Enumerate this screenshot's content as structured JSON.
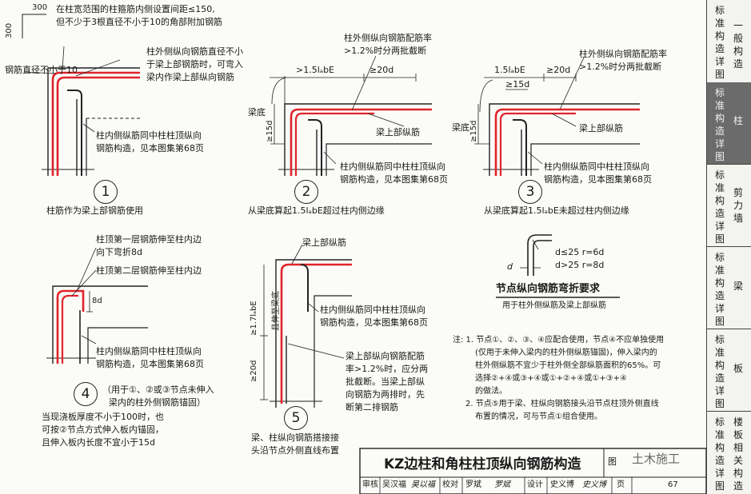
{
  "top_note": {
    "dim": "300",
    "line1": "在柱宽范围的柱箍筋内侧设置间距≤150,",
    "line2": "但不少于3根直径不小于10的角部附加钢筋"
  },
  "d1": {
    "bar_dia": "钢筋直径不小于10",
    "outer": [
      "柱外侧纵向钢筋直径不小",
      "于梁上部钢筋时，可弯入",
      "梁内作梁上部纵向钢筋"
    ],
    "inner": [
      "柱内侧纵筋同中柱柱顶纵向",
      "钢筋构造，见本图集第68页"
    ],
    "num": "1",
    "caption": "柱筋作为梁上部钢筋使用"
  },
  "d2": {
    "ratio": [
      "柱外侧纵向钢筋配筋率",
      ">1.2%时分两批截断"
    ],
    "dim_a": ">1.5lₐbE",
    "dim_b": "≥20d",
    "beam_bottom": "梁底",
    "dim_v": "≥15d",
    "beam_top": "梁上部纵筋",
    "inner": [
      "柱内侧纵筋同中柱柱顶纵向",
      "钢筋构造，见本图集第68页"
    ],
    "num": "2",
    "caption": "从梁底算起1.5lₐbE超过柱内侧边缘"
  },
  "d3": {
    "dim_a": "1.5lₐbE",
    "dim_b": "≥20d",
    "ratio": [
      "柱外侧纵向钢筋配筋率",
      ">1.2%时分两批截断"
    ],
    "dim_c": "≥15d",
    "beam_bottom": "梁底",
    "dim_v": "≥15d",
    "beam_top": "梁上部纵筋",
    "inner": [
      "柱内侧纵筋同中柱柱顶纵向",
      "钢筋构造，见本图集第68页"
    ],
    "num": "3",
    "caption": "从梁底算起1.5lₐbE未超过柱内侧边缘"
  },
  "d4": {
    "first": [
      "柱顶第一层钢筋伸至柱内边",
      "向下弯折8d"
    ],
    "second": "柱顶第二层钢筋伸至柱内边",
    "dim": "8d",
    "inner": [
      "柱内侧纵筋同中柱柱顶纵向",
      "钢筋构造，见本图集第68页"
    ],
    "num": "4",
    "use": [
      "（用于①、②或③节点未伸入",
      "梁内的柱外侧钢筋锚固）"
    ],
    "caption": [
      "当现浇板厚度不小于100时，也",
      "可按②节点方式伸入板内锚固，",
      "且伸入板内长度不宜小于15d"
    ]
  },
  "d5": {
    "beam_top": "梁上部纵筋",
    "dim_a": "≥1.7lₐbE",
    "dim_a2": "且伸至梁底",
    "dim_b": "≥20d",
    "inner": [
      "柱内侧纵筋同中柱柱顶纵向",
      "钢筋构造，见本图集第68页"
    ],
    "ratio": [
      "梁上部纵向钢筋配筋",
      "率>1.2%时，应分两",
      "批截断。当梁上部纵",
      "向钢筋为两排时，先",
      "断第二排钢筋"
    ],
    "num": "5",
    "caption": [
      "梁、柱纵向钢筋搭接接",
      "头沿节点外侧直线布置"
    ]
  },
  "bend": {
    "l1": "d≤25  r=6d",
    "l2": "d>25  r=8d",
    "d": "d",
    "title": "节点纵向钢筋弯折要求",
    "sub": "用于柱外侧纵筋及梁上部纵筋"
  },
  "notes": [
    "注: 1. 节点①、②、③、④应配合使用，节点④不应单独使用",
    "(仅用于未伸入梁内的柱外侧纵筋锚固)，伸入梁内的",
    "柱外侧纵筋不宜少于柱外侧全部纵筋面积的65%。可",
    "选择②+④或③+④或①+②+④或①+③+④",
    "的做法。",
    "2. 节点⑤用于梁、柱纵向钢筋接头沿节点柱顶外侧直线",
    "布置的情况，可与节点①组合使用。"
  ],
  "title_block": {
    "title": "KZ边柱和角柱柱顶纵向钢筋构造",
    "fig_label": "图",
    "watermark": "土木施工",
    "row": [
      "审核",
      "吴汉福",
      "吴以福",
      "校对",
      "罗斌",
      "罗斌",
      "设计",
      "史义博",
      "史义博",
      "页",
      "67"
    ]
  },
  "sidebar": [
    {
      "a": "标准构造详图",
      "b": "一般构造"
    },
    {
      "a": "标准构造详图",
      "b": "柱"
    },
    {
      "a": "标准构造详图",
      "b": "剪力墙"
    },
    {
      "a": "标准构造详图",
      "b": "梁"
    },
    {
      "a": "标准构造详图",
      "b": "板"
    },
    {
      "a": "标准构造详图",
      "b": "楼板相关构造"
    }
  ],
  "colors": {
    "rebar": "#e0242a",
    "line": "#222222",
    "hatch": "#555555"
  }
}
